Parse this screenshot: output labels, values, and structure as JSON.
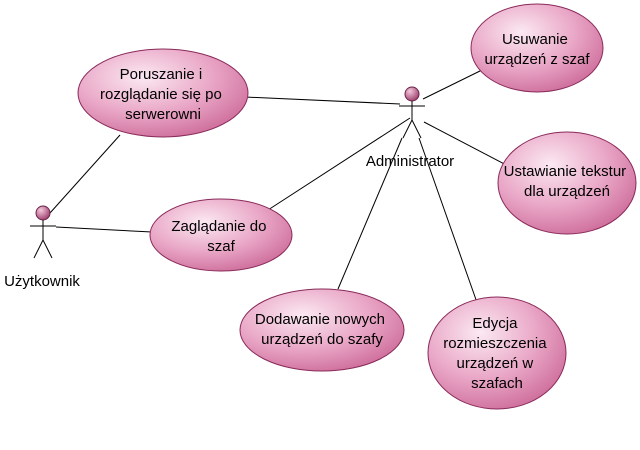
{
  "colors": {
    "usecase_light": "#fbe9f2",
    "usecase_mid": "#e9a6c6",
    "usecase_dark": "#cc6a98",
    "actor_light": "#f4c7dd",
    "actor_dark": "#9a3e6a",
    "line": "#000000"
  },
  "actors": {
    "user": {
      "name": "Użytkownik"
    },
    "admin": {
      "name": "Administrator"
    }
  },
  "usecases": {
    "move_around": {
      "lines": [
        "Poruszanie i",
        "rozglądanie się po",
        "serwerowni"
      ]
    },
    "look_into": {
      "lines": [
        "Zaglądanie do",
        "szaf"
      ]
    },
    "remove": {
      "lines": [
        "Usuwanie",
        "urządzeń z szaf"
      ]
    },
    "textures": {
      "lines": [
        "Ustawianie tekstur",
        "dla urządzeń"
      ]
    },
    "add": {
      "lines": [
        "Dodawanie nowych",
        "urządzeń do szafy"
      ]
    },
    "edit": {
      "lines": [
        "Edycja",
        "rozmieszczenia",
        "urządzeń w",
        "szafach"
      ]
    }
  }
}
